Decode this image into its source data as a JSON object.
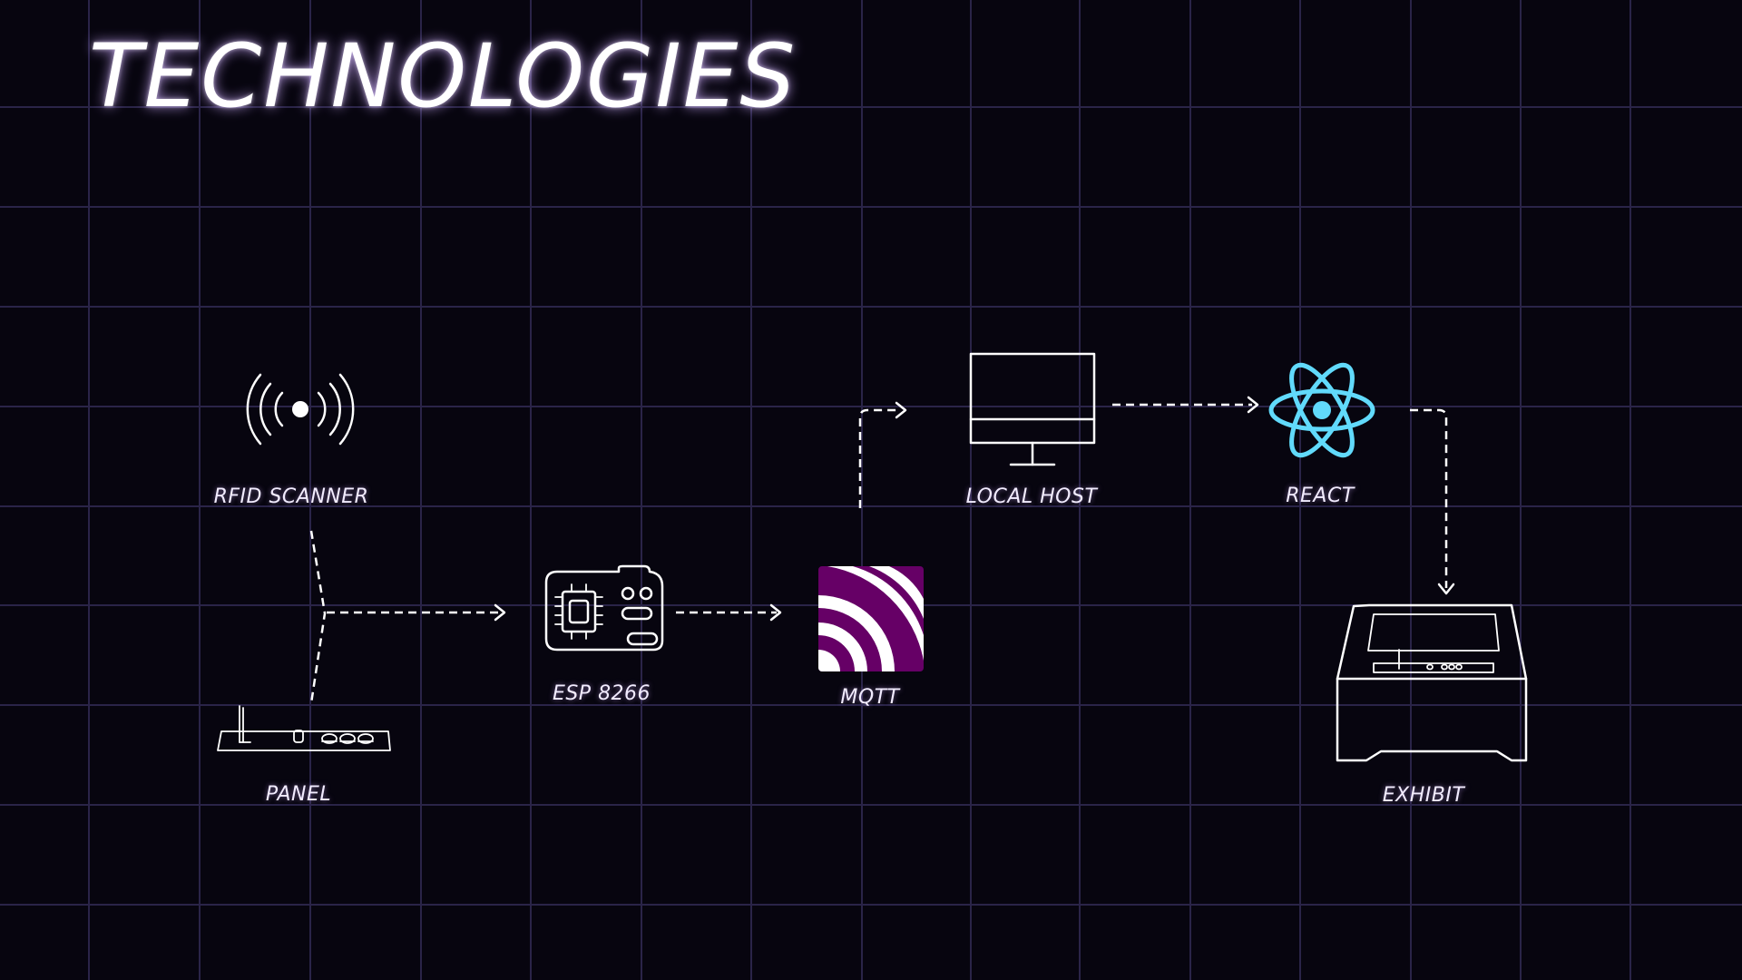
{
  "title": "TECHNOLOGIES",
  "colors": {
    "background": "#07050f",
    "grid_line": "#2a2448",
    "title_glow": "#cdaaff",
    "react_accent": "#61dafb",
    "mqtt_brand": "#660066"
  },
  "nodes": {
    "rfid_scanner": {
      "label": "RFID SCANNER",
      "icon": "rfid-signal-icon"
    },
    "panel": {
      "label": "PANEL",
      "icon": "panel-board-icon"
    },
    "esp8266": {
      "label": "ESP 8266",
      "icon": "microcontroller-chip-icon"
    },
    "mqtt": {
      "label": "MQTT",
      "icon": "mqtt-logo-icon"
    },
    "local_host": {
      "label": "LOCAL HOST",
      "icon": "desktop-monitor-icon"
    },
    "react": {
      "label": "REACT",
      "icon": "react-atom-icon"
    },
    "exhibit": {
      "label": "EXHIBIT",
      "icon": "exhibit-cabinet-icon"
    }
  },
  "connections": [
    {
      "from": "rfid_scanner",
      "to": "esp8266"
    },
    {
      "from": "panel",
      "to": "esp8266"
    },
    {
      "from": "esp8266",
      "to": "mqtt"
    },
    {
      "from": "mqtt",
      "to": "local_host"
    },
    {
      "from": "local_host",
      "to": "react"
    },
    {
      "from": "react",
      "to": "exhibit"
    }
  ]
}
